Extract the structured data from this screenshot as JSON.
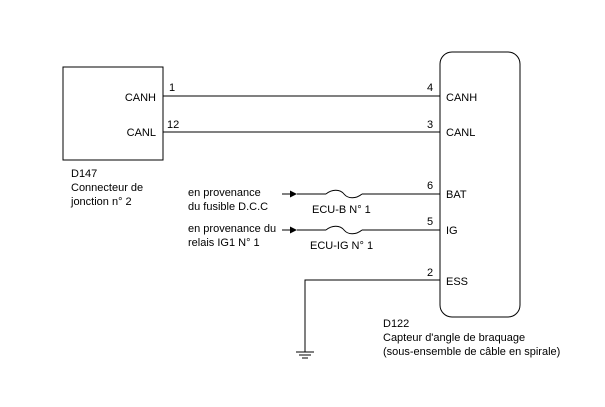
{
  "d147": {
    "code": "D147",
    "name_line1": "Connecteur de",
    "name_line2": "jonction n° 2",
    "pins": [
      {
        "label": "CANH",
        "number": "1"
      },
      {
        "label": "CANL",
        "number": "12"
      }
    ]
  },
  "d122": {
    "code": "D122",
    "name_line1": "Capteur d'angle de braquage",
    "name_line2": "(sous-ensemble de câble en spirale)",
    "pins": [
      {
        "label": "CANH",
        "number": "4"
      },
      {
        "label": "CANL",
        "number": "3"
      },
      {
        "label": "BAT",
        "number": "6"
      },
      {
        "label": "IG",
        "number": "5"
      },
      {
        "label": "ESS",
        "number": "2"
      }
    ]
  },
  "sources": [
    {
      "line1": "en provenance",
      "line2": "du fusible D.C.C",
      "fuse": "ECU-B N° 1"
    },
    {
      "line1": "en provenance du",
      "line2": "relais IG1 N° 1",
      "fuse": "ECU-IG N° 1"
    }
  ]
}
